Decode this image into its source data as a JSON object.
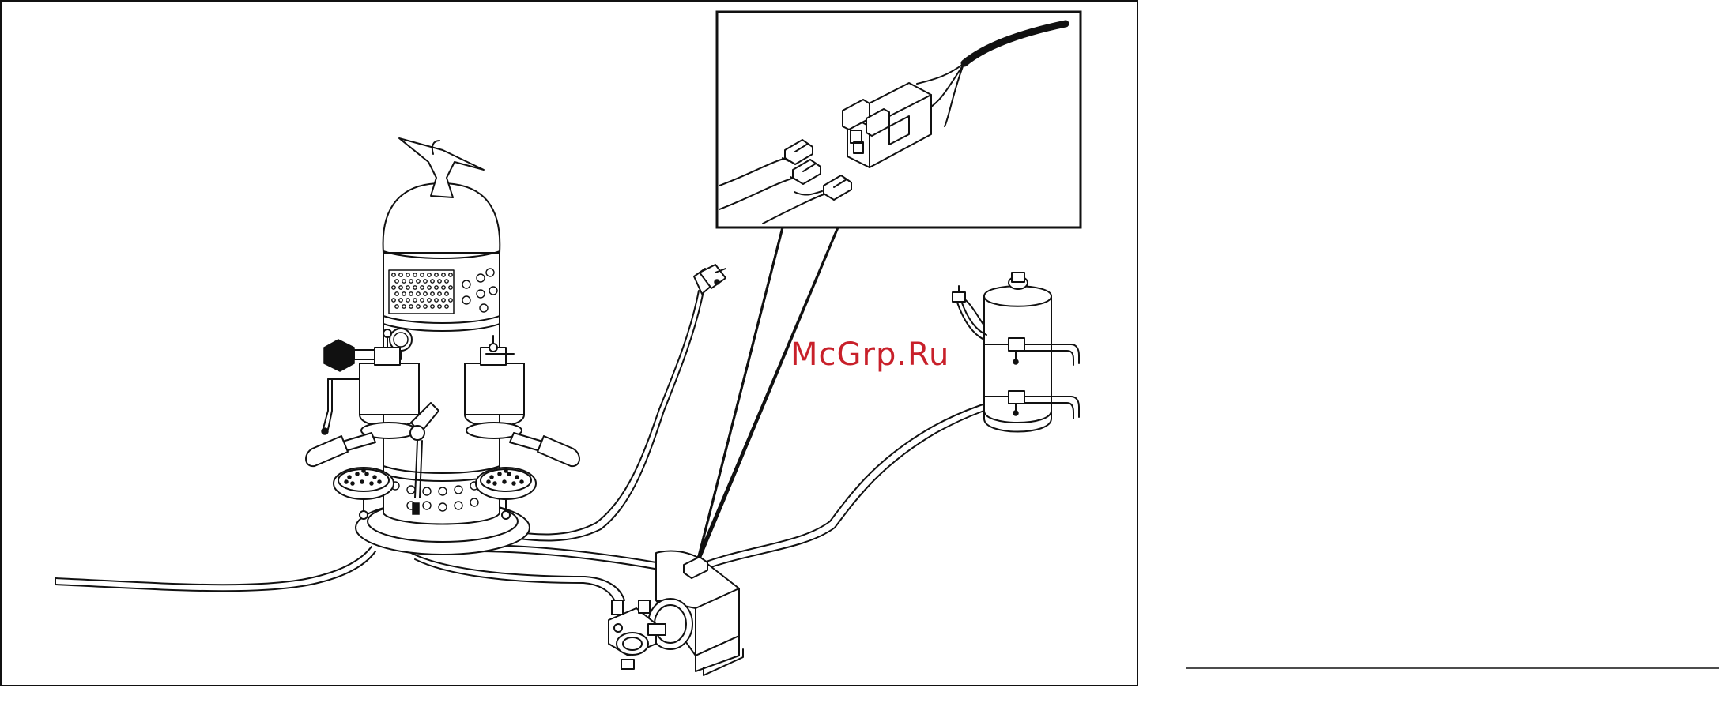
{
  "watermark": {
    "text": "McGrp.Ru",
    "color": "#c8202a"
  },
  "colors": {
    "ink": "#111111",
    "background": "#ffffff"
  },
  "figure": {
    "parts": [
      "espresso-machine-body",
      "eagle-ornament",
      "pressure-gauge",
      "steam-valve-knob",
      "group-head-left",
      "group-head-right",
      "portafilter-handle-left",
      "portafilter-handle-right",
      "drip-tray-left",
      "drip-tray-right",
      "power-plug",
      "power-cable",
      "water-pump",
      "water-softener-tank",
      "water-hoses",
      "connector-detail-callout",
      "spade-terminals",
      "wiring-connector-block"
    ]
  }
}
